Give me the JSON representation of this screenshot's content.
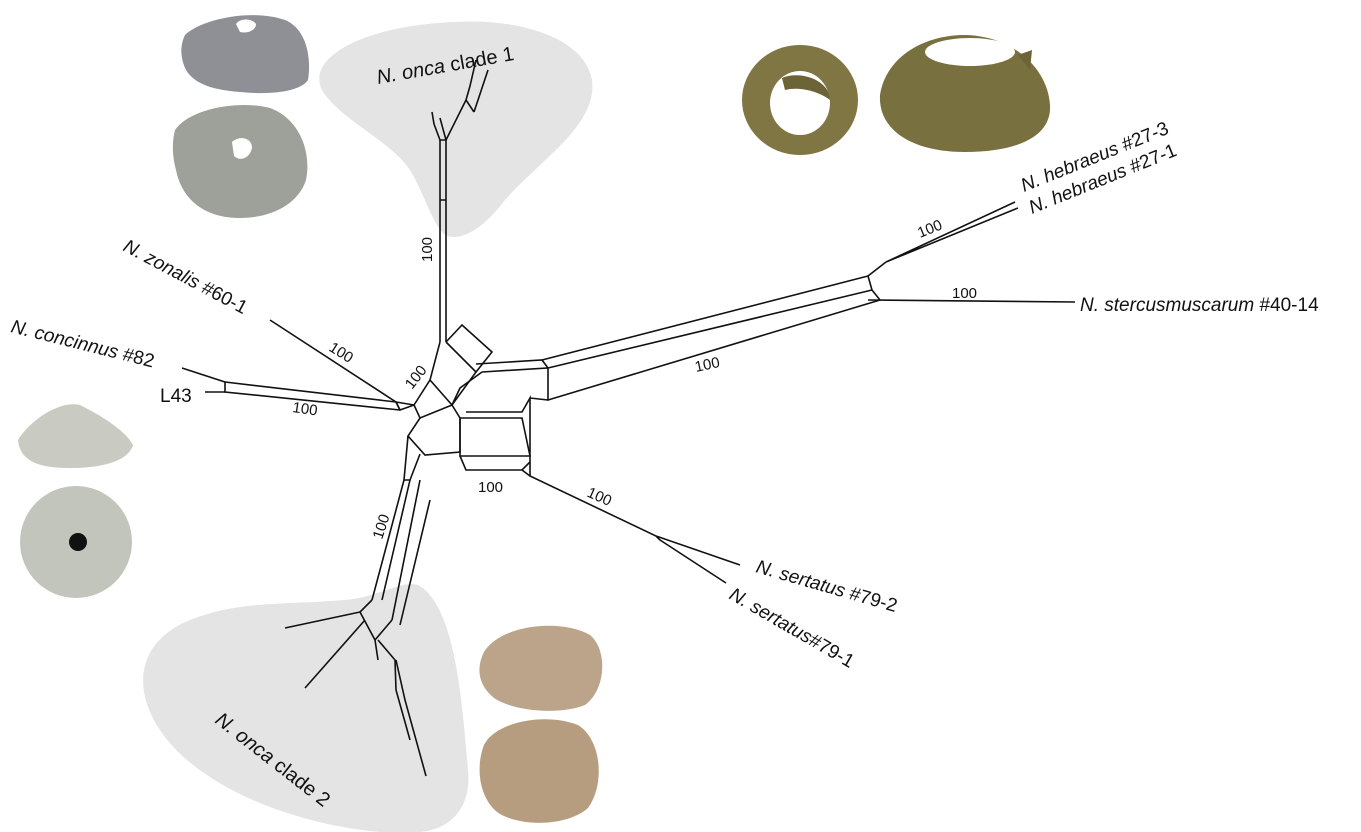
{
  "regions": {
    "clade1": {
      "species": "N. onca",
      "suffix": "clade 1"
    },
    "clade2": {
      "species": "N. onca",
      "suffix": "clade 2"
    }
  },
  "taxa": {
    "hebraeus_27_3": {
      "species": "N. hebraeus",
      "code": "#27-3"
    },
    "hebraeus_27_1": {
      "species": "N. hebraeus",
      "code": "#27-1"
    },
    "stercusmuscarum": {
      "species": "N. stercusmuscarum",
      "code": "#40-14"
    },
    "zonalis": {
      "species": "N. zonalis",
      "code": "#60-1"
    },
    "concinnus": {
      "species": "N. concinnus",
      "code": "#82"
    },
    "l43": {
      "code": "L43"
    },
    "sertatus_79_2": {
      "species": "N. sertatus",
      "code": "#79-2"
    },
    "sertatus_79_1": {
      "species": "N. sertatus",
      "code": "#79-1"
    }
  },
  "bootstrap": {
    "clade1_stem": "100",
    "hebraeus": "100",
    "stercusmuscarum": "100",
    "hebraeus_group_stem": "100",
    "zonalis": "100",
    "concinnus_l43": "100",
    "center_left": "100",
    "sertatus_stem": "100",
    "sertatus_inner": "100",
    "clade2_stem": "100"
  },
  "colors": {
    "region_fill": "#e4e4e4",
    "line": "#111111",
    "shell_grey": "#8e9096",
    "shell_olive": "#7f7644",
    "shell_white": "#c9cbc2",
    "shell_tan": "#bba48a"
  }
}
